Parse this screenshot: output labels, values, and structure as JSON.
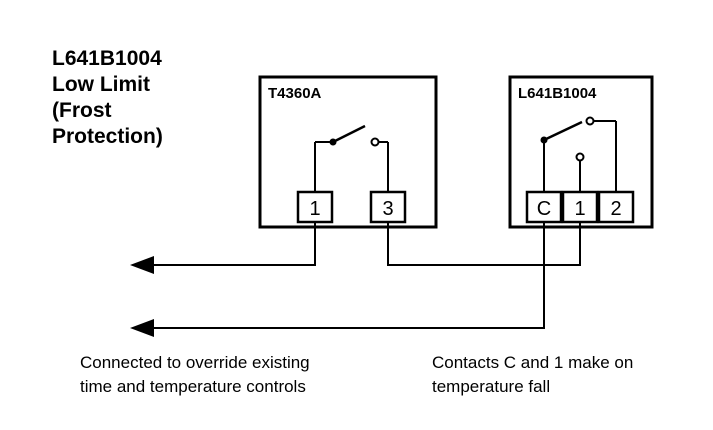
{
  "title": {
    "line1": "L641B1004",
    "line2": "Low Limit",
    "line3": "(Frost",
    "line4": "Protection)"
  },
  "devices": {
    "t4360a": {
      "label": "T4360A",
      "terminals": [
        "1",
        "3"
      ]
    },
    "l641b1004": {
      "label": "L641B1004",
      "terminals": [
        "C",
        "1",
        "2"
      ]
    }
  },
  "captions": {
    "left_line1": "Connected to override existing",
    "left_line2": "time and temperature controls",
    "right_line1": "Contacts C and 1 make on",
    "right_line2": "temperature fall"
  }
}
